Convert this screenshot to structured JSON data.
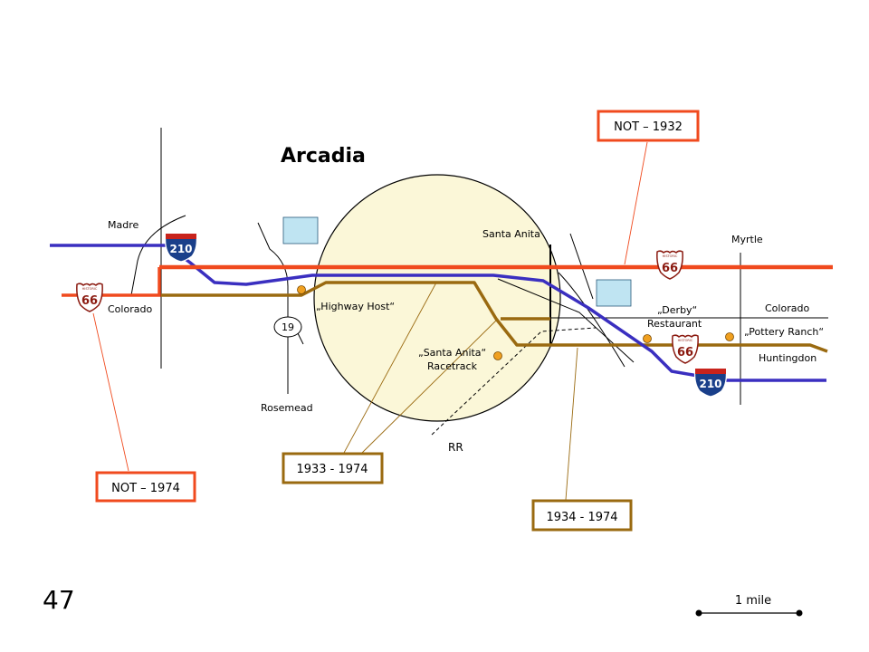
{
  "title": "Arcadia",
  "page_number": "47",
  "scale": "1 mile",
  "streets": {
    "madre": "Madre",
    "colorado_west": "Colorado",
    "rosemead": "Rosemead",
    "santa_anita": "Santa Anita",
    "myrtle": "Myrtle",
    "colorado_east": "Colorado",
    "huntingdon": "Huntingdon",
    "rr": "RR"
  },
  "route_19": "19",
  "interstate": "210",
  "route66": {
    "top": "HISTORIC",
    "number": "66"
  },
  "places": {
    "highway_host": "„Highway Host“",
    "racetrack_line1": "„Santa Anita“",
    "racetrack_line2": "Racetrack",
    "derby_line1": "„Derby“",
    "derby_line2": "Restaurant",
    "pottery_ranch": "„Pottery Ranch“"
  },
  "legend": {
    "not_1932": "NOT – 1932",
    "not_1974": "NOT – 1974",
    "r1933_1974": "1933 - 1974",
    "r1934_1974": "1934 - 1974"
  },
  "colors": {
    "route_red": "#f04a1e",
    "route_brown": "#9a6a10",
    "interstate_blue": "#3a2fc0",
    "circle_fill": "#fbf7d8",
    "building_fill": "#bfe4f2",
    "poi_fill": "#f0a020"
  }
}
